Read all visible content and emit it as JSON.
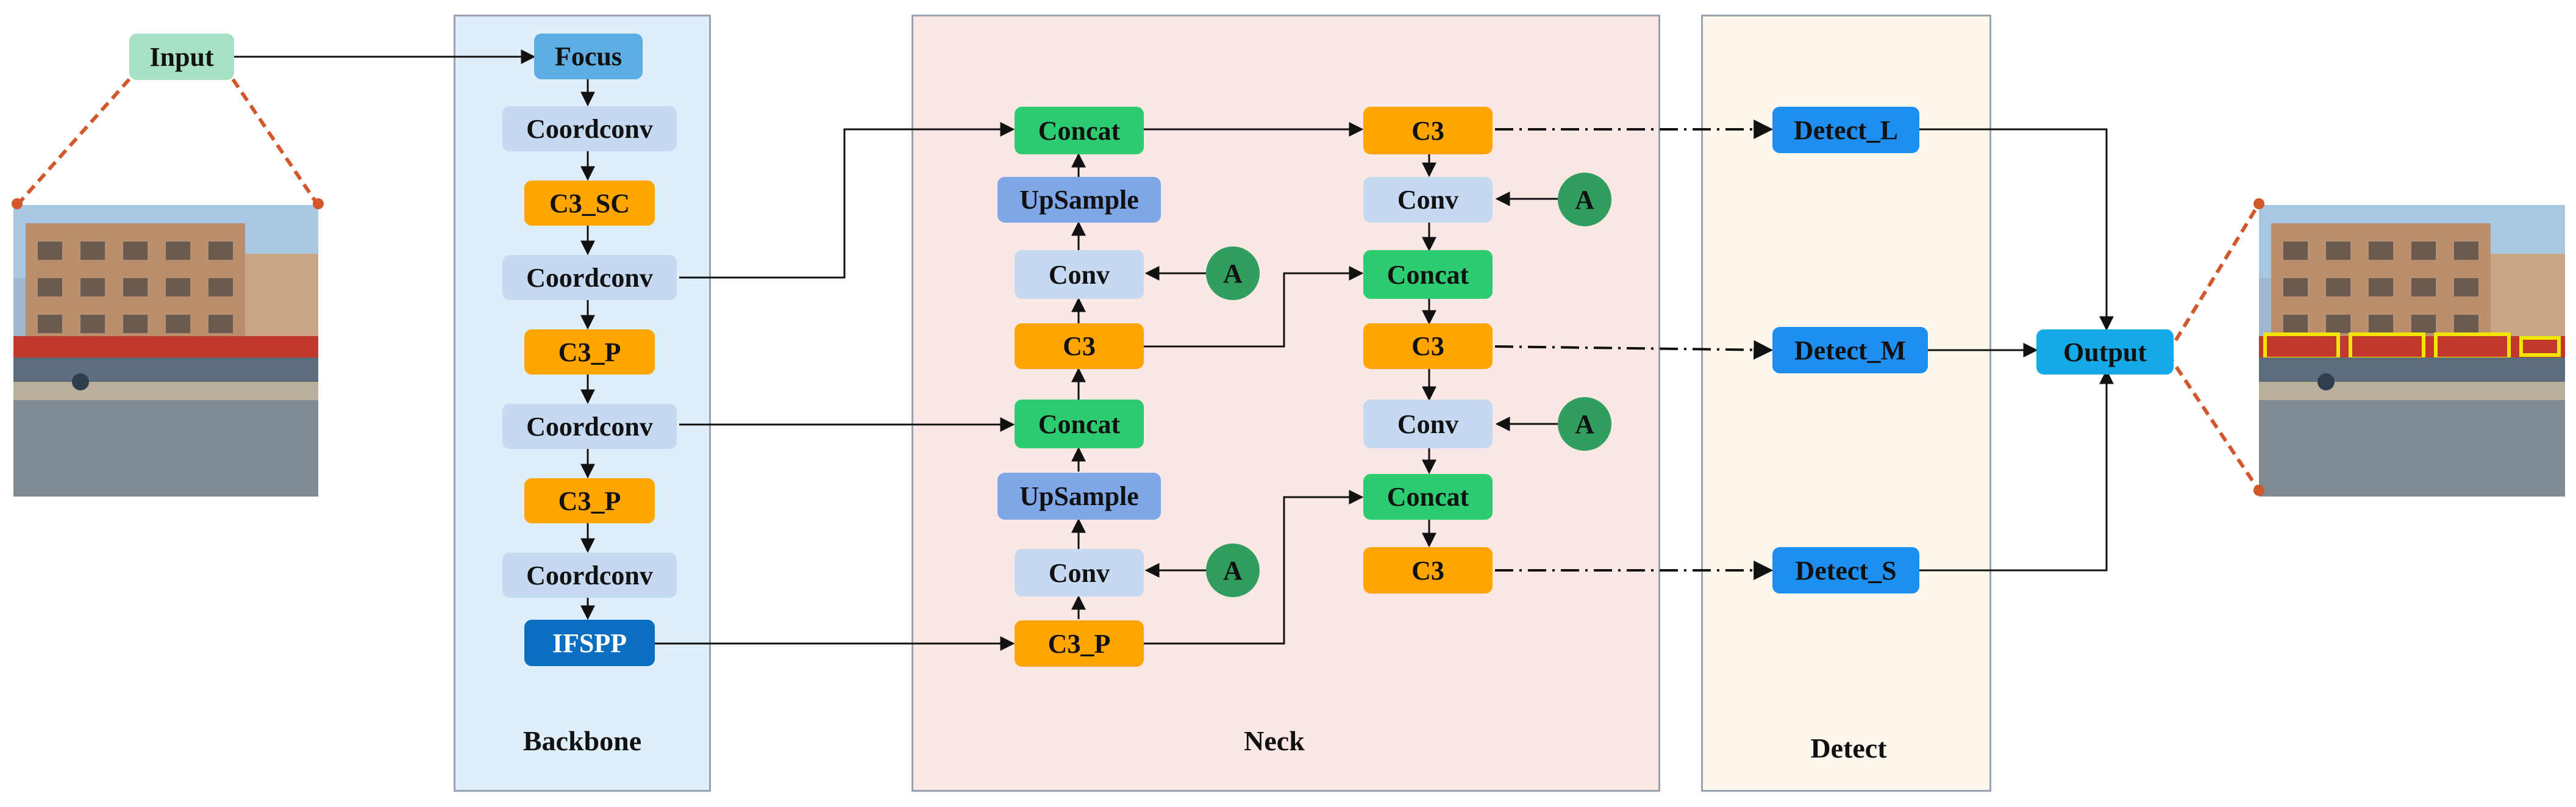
{
  "panels": {
    "backbone": "Backbone",
    "neck": "Neck",
    "detect": "Detect"
  },
  "nodes": {
    "input": "Input",
    "output": "Output",
    "focus": "Focus",
    "bb_coord1": "Coordconv",
    "bb_c3sc": "C3_SC",
    "bb_coord2": "Coordconv",
    "bb_c3p1": "C3_P",
    "bb_coord3": "Coordconv",
    "bb_c3p2": "C3_P",
    "bb_coord4": "Coordconv",
    "ifspp": "IFSPP",
    "n_concat_top": "Concat",
    "n_upsample1": "UpSample",
    "n_conv1": "Conv",
    "n_c3_left": "C3",
    "n_concat_mid": "Concat",
    "n_upsample2": "UpSample",
    "n_conv2": "Conv",
    "n_c3p_left": "C3_P",
    "n_c3_top": "C3",
    "n_conv_r1": "Conv",
    "n_concat_r1": "Concat",
    "n_c3_mid": "C3",
    "n_conv_r2": "Conv",
    "n_concat_r2": "Concat",
    "n_c3_bot": "C3",
    "detect_l": "Detect_L",
    "detect_m": "Detect_M",
    "detect_s": "Detect_S"
  },
  "attention_label": "A",
  "colors": {
    "backbone_bg": "#deeefa",
    "neck_bg": "#fbe7e3",
    "detect_bg": "#fdf7ec",
    "coordconv": "#c5d9f1",
    "c3": "#ffa500",
    "concat": "#2ecc71",
    "upsample": "#7fa6e6",
    "conv": "#c5d9f1",
    "focus": "#5dade2",
    "ifspp": "#0a6fc0",
    "detect": "#1e8ff0",
    "output": "#16a9e8",
    "input": "#a8e0c4",
    "attention": "#2f9e5f",
    "zoom_line": "#d2572b"
  }
}
